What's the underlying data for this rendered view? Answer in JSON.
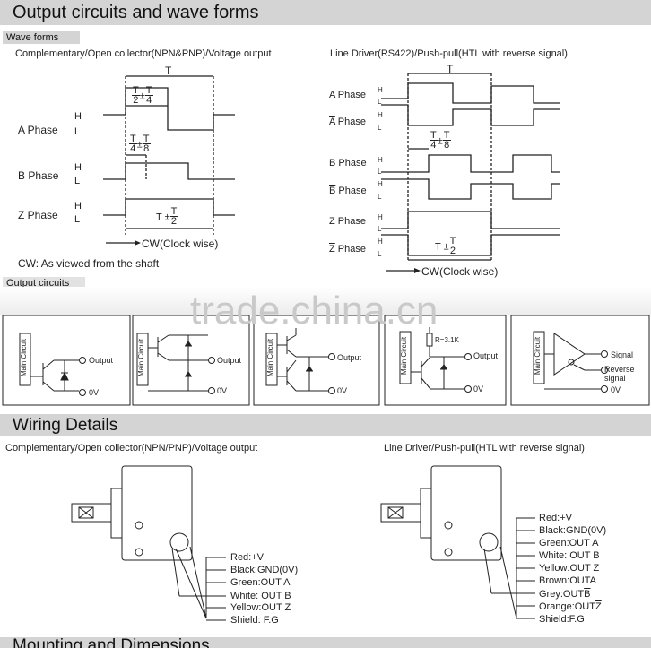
{
  "headers": {
    "output_circuits_waveforms": "Output circuits and wave forms",
    "wiring_details": "Wiring Details",
    "mounting_dimensions": "Mounting and Dimensions"
  },
  "wave_forms_label": "Wave forms",
  "output_circuits_label": "Output circuits",
  "left_wave": {
    "title": "Complementary/Open collector(NPN&PNP)/Voltage output",
    "period": "T",
    "phases": [
      "A Phase",
      "B Phase",
      "Z Phase"
    ],
    "high": "H",
    "low": "L",
    "frac_T": "T",
    "frac_2": "2",
    "frac_4": "4",
    "frac_8": "8",
    "pm": "±",
    "z_width": "T ±",
    "direction": "CW(Clock wise)",
    "note": "CW: As viewed from the shaft"
  },
  "right_wave": {
    "title": "Line Driver(RS422)/Push-pull(HTL with reverse signal)",
    "period": "T",
    "phases": [
      "A Phase",
      "A",
      "B Phase",
      "B",
      "Z Phase",
      "Z"
    ],
    "phase_suffix": " Phase",
    "high": "H",
    "low": "L",
    "direction": "CW(Clock wise)"
  },
  "circuits": {
    "main_circuit": "Main Circuit",
    "output": "Output",
    "zero_v": "0V",
    "resistor": "R=3.1K",
    "signal": "Signal",
    "reverse_signal_1": "Reverse",
    "reverse_signal_2": "signal"
  },
  "watermark": "trade.china.cn",
  "left_wiring": {
    "title": "Complementary/Open collector(NPN/PNP)/Voltage output",
    "wires": [
      "Red:+V",
      "Black:GND(0V)",
      "Green:OUT A",
      "White: OUT B",
      "Yellow:OUT Z",
      "Shield: F.G"
    ]
  },
  "right_wiring": {
    "title": "Line Driver/Push-pull(HTL with reverse signal)",
    "wires": [
      "Red:+V",
      "Black:GND(0V)",
      "Green:OUT A",
      "White: OUT B",
      "Yellow:OUT Z",
      "Brown:OUT",
      "Grey:OUT",
      "Orange:OUT",
      "Shield:F.G"
    ],
    "overline_letters": [
      "A",
      "B",
      "Z"
    ]
  }
}
